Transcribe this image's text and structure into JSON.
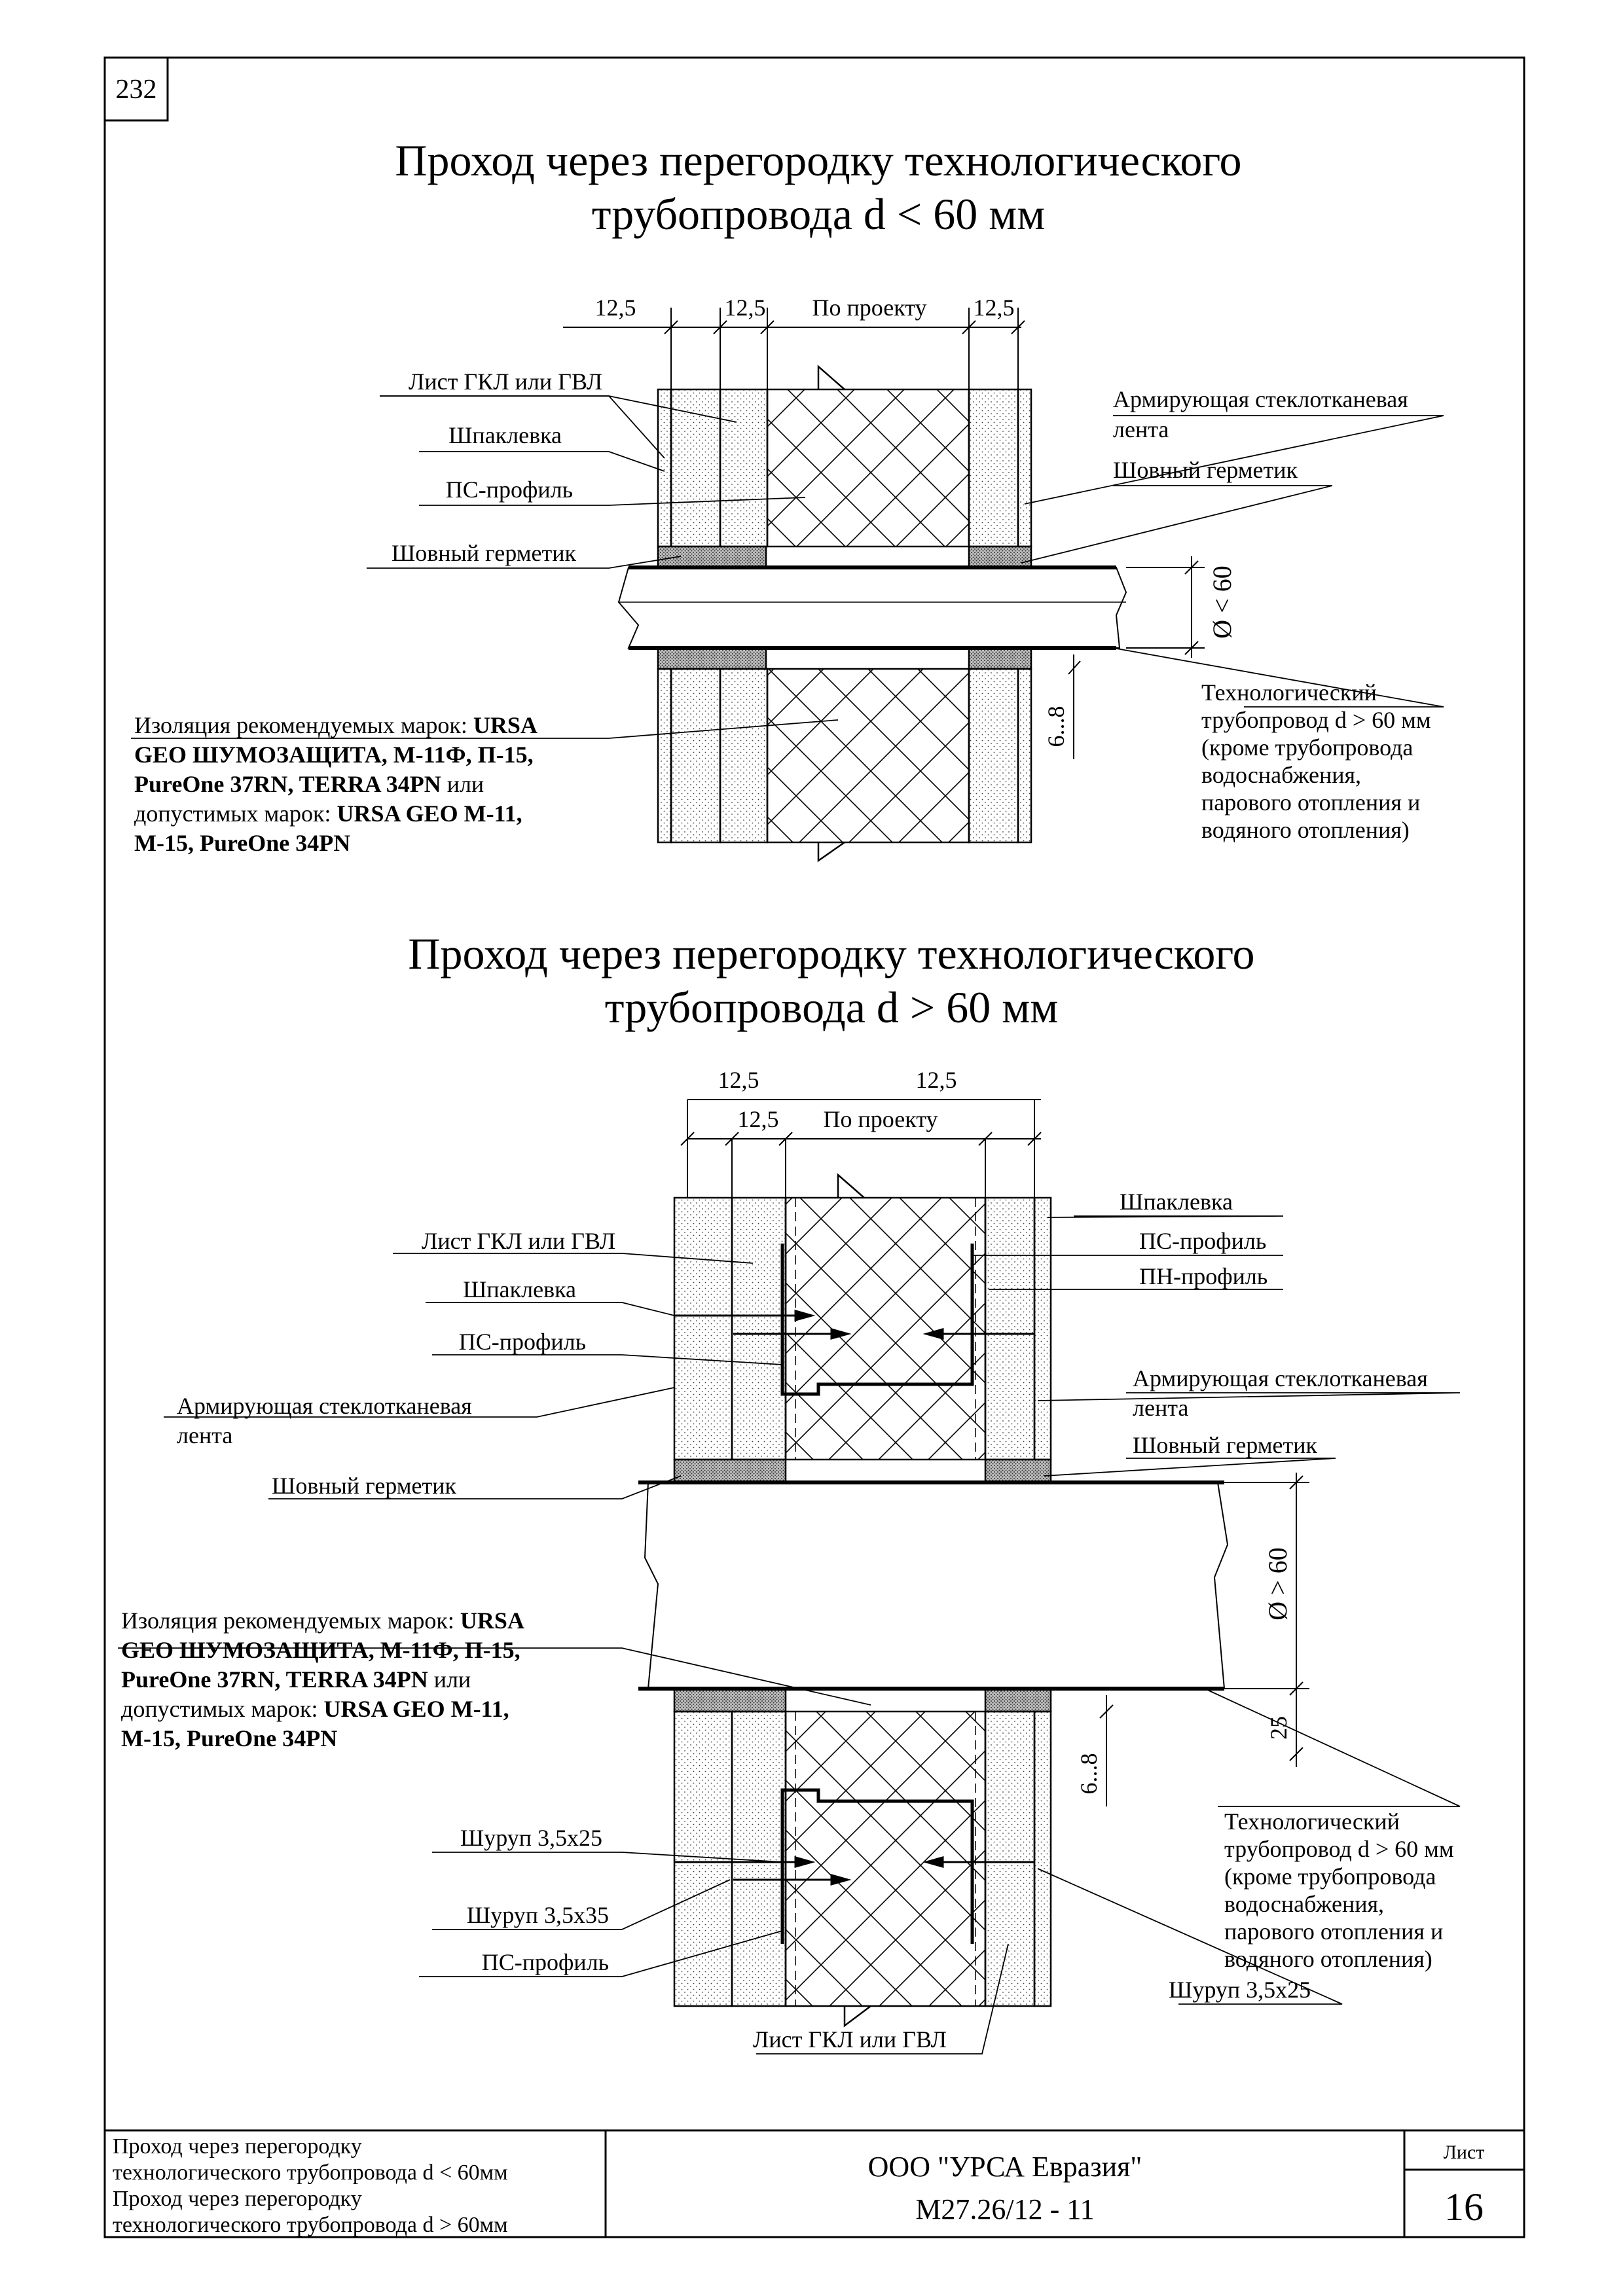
{
  "page_number": "232",
  "diagram1": {
    "title_line1": "Проход через перегородку технологического",
    "title_line2": "трубопровода d < 60 мм",
    "dim_a": "12,5",
    "dim_b": "12,5",
    "dim_project": "По проекту",
    "dim_c": "12,5",
    "label_sheet": "Лист ГКЛ или ГВЛ",
    "label_putty": "Шпаклевка",
    "label_ps_profile": "ПС-профиль",
    "label_sealant_left": "Шовный герметик",
    "label_tape_line1": "Армирующая стеклотканевая",
    "label_tape_line2": "лента",
    "label_sealant_right": "Шовный герметик",
    "dim_diameter": "Ø < 60",
    "dim_gap": "6...8",
    "iso_l1a": "Изоляция рекомендуемых марок: ",
    "iso_l1b": "URSA",
    "iso_l2": "GEO ШУМОЗАЩИТА, М-11Ф, П-15,",
    "iso_l3a": "PureOne 37RN, TERRA 34PN",
    "iso_l3b": " или",
    "iso_l4a": "допустимых марок: ",
    "iso_l4b": "URSA GEO М-11,",
    "iso_l5": "М-15, PureOne 34PN",
    "pipe_l1": "Технологический",
    "pipe_l2": "трубопровод d > 60 мм",
    "pipe_l3": "(кроме трубопровода",
    "pipe_l4": "водоснабжения,",
    "pipe_l5": "парового отопления и",
    "pipe_l6": "водяного отопления)"
  },
  "diagram2": {
    "title_line1": "Проход через перегородку технологического",
    "title_line2": "трубопровода d > 60 мм",
    "dim_top_left": "12,5",
    "dim_top_right": "12,5",
    "dim_mid": "12,5",
    "dim_project": "По проекту",
    "label_sheet": "Лист ГКЛ или ГВЛ",
    "label_putty_left": "Шпаклевка",
    "label_ps_left": "ПС-профиль",
    "label_tape_left_l1": "Армирующая стеклотканевая",
    "label_tape_left_l2": "лента",
    "label_sealant_left": "Шовный герметик",
    "label_putty_right": "Шпаклевка",
    "label_ps_right": "ПС-профиль",
    "label_pn_right": "ПН-профиль",
    "label_tape_right_l1": "Армирующая стеклотканевая",
    "label_tape_right_l2": "лента",
    "label_sealant_right": "Шовный герметик",
    "dim_diameter": "Ø > 60",
    "dim_25": "25",
    "dim_gap": "6...8",
    "iso_l1a": "Изоляция рекомендуемых марок: ",
    "iso_l1b": "URSA",
    "iso_l2": "GEO ШУМОЗАЩИТА, М-11Ф, П-15,",
    "iso_l3a": "PureOne 37RN, TERRA 34PN",
    "iso_l3b": " или",
    "iso_l4a": "допустимых марок: ",
    "iso_l4b": "URSA GEO М-11,",
    "iso_l5": "М-15, PureOne 34PN",
    "screw_25_left": "Шуруп 3,5х25",
    "screw_35_left": "Шуруп 3,5х35",
    "label_ps_bottom": "ПС-профиль",
    "label_sheet_bottom": "Лист ГКЛ или ГВЛ",
    "pipe_l1": "Технологический",
    "pipe_l2": "трубопровод d > 60 мм",
    "pipe_l3": "(кроме трубопровода",
    "pipe_l4": "водоснабжения,",
    "pipe_l5": "парового отопления и",
    "pipe_l6": "водяного отопления)",
    "screw_25_right": "Шуруп 3,5х25"
  },
  "stamp": {
    "desc_l1": "Проход через перегородку",
    "desc_l2": "технологического трубопровода d < 60мм",
    "desc_l3": "Проход через перегородку",
    "desc_l4": "технологического трубопровода d > 60мм",
    "org": "ООО \"УРСА Евразия\"",
    "code": "М27.26/12 - 11",
    "sheet_label": "Лист",
    "sheet_number": "16"
  }
}
